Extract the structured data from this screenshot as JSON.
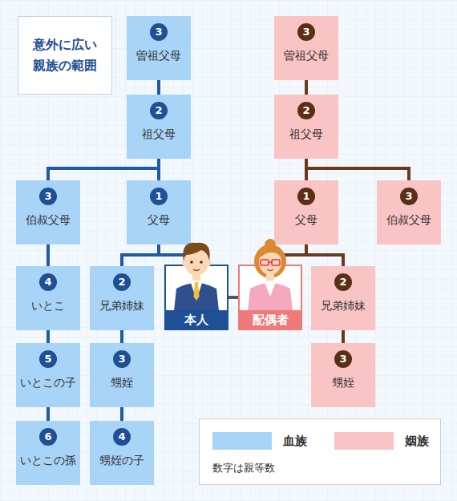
{
  "diagram": {
    "title": "意外に広い 親族の範囲",
    "nodes": [
      {
        "text": [
          "3",
          "曽祖父母"
        ]
      },
      {
        "text": [
          "3",
          "曽祖父母"
        ]
      },
      {
        "text": [
          "2",
          "祖父母"
        ]
      },
      {
        "text": [
          "2",
          "祖父母"
        ]
      },
      {
        "text": [
          "3",
          "伯叔父母"
        ]
      },
      {
        "text": [
          "1",
          "父母"
        ]
      },
      {
        "text": [
          "1",
          "父母"
        ]
      },
      {
        "text": [
          "3",
          "伯叔父母"
        ]
      },
      {
        "text": [
          "4",
          "いとこ"
        ]
      },
      {
        "text": [
          "2",
          "兄弟姉妹"
        ]
      },
      {
        "text": [
          "本人"
        ]
      },
      {
        "text": [
          "配偶者"
        ]
      },
      {
        "text": [
          "2",
          "兄弟姉妹"
        ]
      },
      {
        "text": [
          "5",
          "いとこの子"
        ]
      },
      {
        "text": [
          "3",
          "甥姪"
        ]
      },
      {
        "text": [
          "3",
          "甥姪"
        ]
      },
      {
        "text": [
          "6",
          "いとこの孫"
        ]
      },
      {
        "text": [
          "4",
          "甥姪の子"
        ]
      }
    ],
    "edges": [
      {
        "from": 0,
        "to": 2,
        "arrow": "none"
      },
      {
        "from": 2,
        "to": 4,
        "arrow": "none"
      },
      {
        "from": 2,
        "to": 5,
        "arrow": "none"
      },
      {
        "from": 4,
        "to": 8,
        "arrow": "none"
      },
      {
        "from": 8,
        "to": 13,
        "arrow": "none"
      },
      {
        "from": 13,
        "to": 16,
        "arrow": "none"
      },
      {
        "from": 5,
        "to": 9,
        "arrow": "none"
      },
      {
        "from": 5,
        "to": 10,
        "arrow": "none"
      },
      {
        "from": 9,
        "to": 14,
        "arrow": "none"
      },
      {
        "from": 14,
        "to": 17,
        "arrow": "none"
      },
      {
        "from": 10,
        "to": 11,
        "arrow": "none"
      },
      {
        "from": 1,
        "to": 3,
        "arrow": "none"
      },
      {
        "from": 3,
        "to": 6,
        "arrow": "none"
      },
      {
        "from": 3,
        "to": 7,
        "arrow": "none"
      },
      {
        "from": 6,
        "to": 11,
        "arrow": "none"
      },
      {
        "from": 6,
        "to": 12,
        "arrow": "none"
      },
      {
        "from": 12,
        "to": 15,
        "arrow": "none"
      }
    ],
    "labels": [
      "数字は親等数"
    ],
    "legend": [
      {
        "text": "血族",
        "color": "#a8d4f8"
      },
      {
        "text": "姻族",
        "color": "#f9c4c4"
      }
    ]
  }
}
